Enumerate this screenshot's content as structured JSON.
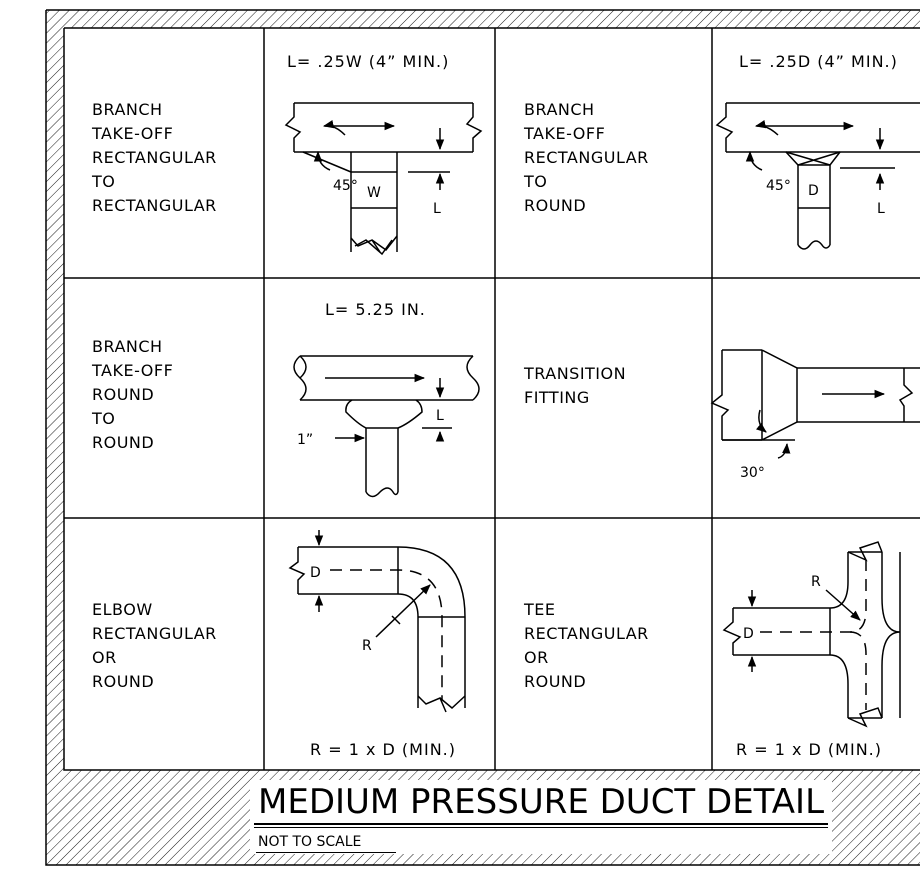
{
  "title": "MEDIUM PRESSURE DUCT DETAIL",
  "subtitle": "NOT TO SCALE",
  "rows": [
    {
      "left": {
        "label": [
          "BRANCH",
          "TAKE-OFF",
          "RECTANGULAR",
          "TO",
          "RECTANGULAR"
        ],
        "header": "L= .25W (4” MIN.)",
        "dims": {
          "angle": "45°",
          "width": "W",
          "length": "L"
        }
      },
      "right": {
        "label": [
          "BRANCH",
          "TAKE-OFF",
          "RECTANGULAR",
          "TO",
          "ROUND"
        ],
        "header": "L= .25D (4” MIN.)",
        "dims": {
          "angle": "45°",
          "dia": "D",
          "length": "L"
        }
      }
    },
    {
      "left": {
        "label": [
          "BRANCH",
          "TAKE-OFF",
          "ROUND",
          "TO",
          "ROUND"
        ],
        "header": "L= 5.25 IN.",
        "dims": {
          "offset": "1”",
          "length": "L"
        }
      },
      "right": {
        "label": [
          "TRANSITION",
          "FITTING"
        ],
        "dims": {
          "angle": "30°"
        }
      }
    },
    {
      "left": {
        "label": [
          "ELBOW",
          "RECTANGULAR",
          "OR",
          "ROUND"
        ],
        "note": "R = 1 x D (MIN.)",
        "dims": {
          "dia": "D",
          "radius": "R"
        }
      },
      "right": {
        "label": [
          "TEE",
          "RECTANGULAR",
          "OR",
          "ROUND"
        ],
        "note": "R = 1 x D (MIN.)",
        "dims": {
          "dia": "D",
          "radius": "R"
        }
      }
    }
  ]
}
